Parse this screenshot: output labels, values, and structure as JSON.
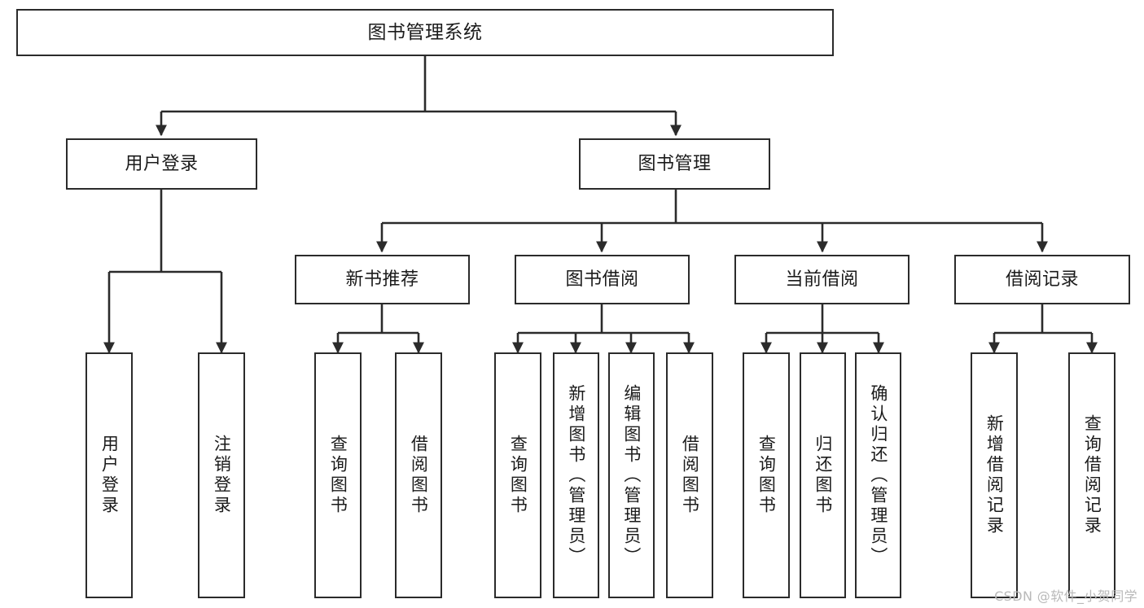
{
  "diagram": {
    "title": "图书管理系统",
    "type": "tree-hierarchy-chart",
    "watermark": "CSDN @软件_小贺同学",
    "line_color": "#2b2b2b",
    "background_color": "#ffffff",
    "text_color": "#1b1b1b"
  },
  "nodes": {
    "root": {
      "label": "图书管理系统"
    },
    "level2": [
      {
        "label": "用户登录"
      },
      {
        "label": "图书管理"
      }
    ],
    "level3": [
      {
        "label": "新书推荐"
      },
      {
        "label": "图书借阅"
      },
      {
        "label": "当前借阅"
      },
      {
        "label": "借阅记录"
      }
    ],
    "leaves": {
      "user_login": [
        {
          "label": "用户登录"
        },
        {
          "label": "注销登录"
        }
      ],
      "new_book_recommend": [
        {
          "label": "查询图书"
        },
        {
          "label": "借阅图书"
        }
      ],
      "book_borrow": [
        {
          "label": "查询图书"
        },
        {
          "label": "新增图书（管理员）"
        },
        {
          "label": "编辑图书（管理员）"
        },
        {
          "label": "借阅图书"
        }
      ],
      "current_borrow": [
        {
          "label": "查询图书"
        },
        {
          "label": "归还图书"
        },
        {
          "label": "确认归还（管理员）"
        }
      ],
      "borrow_record": [
        {
          "label": "新增借阅记录"
        },
        {
          "label": "查询借阅记录"
        }
      ]
    }
  }
}
